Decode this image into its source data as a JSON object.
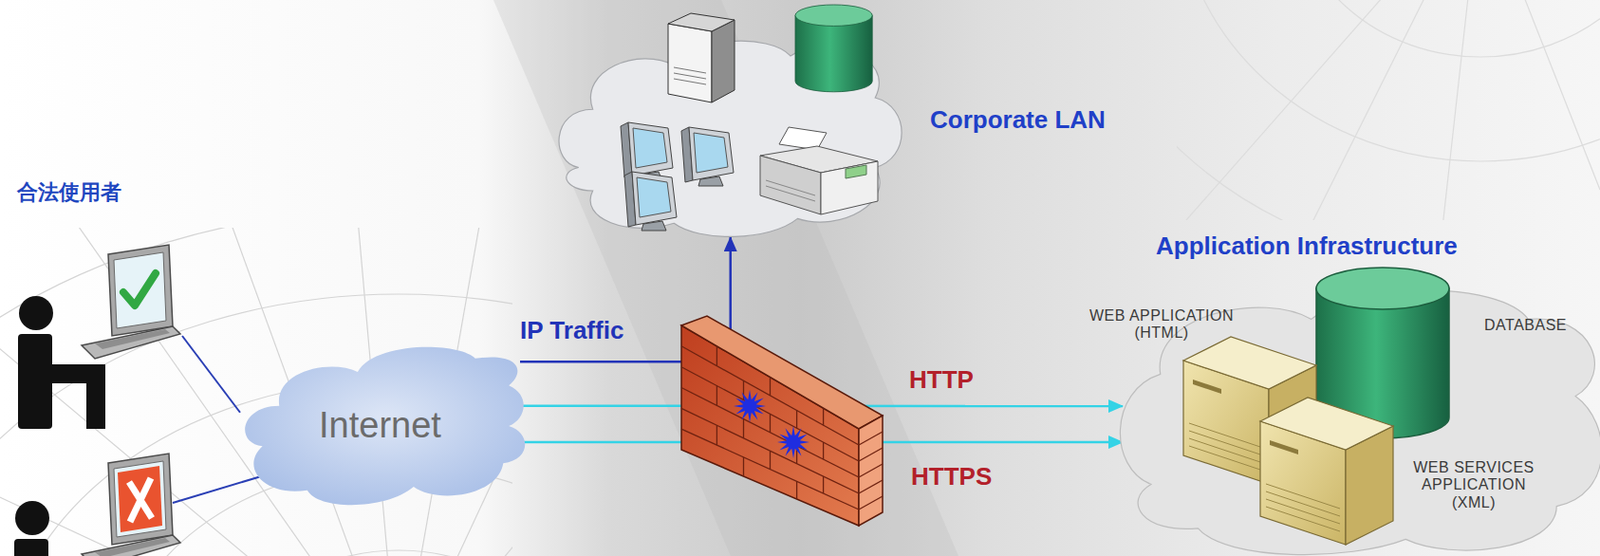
{
  "diagram": {
    "nodes": [
      {
        "text": [
          "Corporate LAN"
        ]
      },
      {
        "text": [
          "合法使用者"
        ]
      },
      {
        "text": [
          "Internet"
        ]
      },
      {
        "text": [
          "Application Infrastructure",
          "WEB APPLICATION (HTML)",
          "DATABASE",
          "WEB SERVICES APPLICATION (XML)"
        ]
      }
    ],
    "edges": [
      {
        "from": 1,
        "to": 2,
        "arrow": "none"
      },
      {
        "from": 2,
        "to": 0,
        "label": "IP Traffic",
        "arrow": "to"
      },
      {
        "from": 2,
        "to": 3,
        "label": "HTTP",
        "arrow": "to"
      },
      {
        "from": 2,
        "to": 3,
        "label": "HTTPS",
        "arrow": "to"
      }
    ]
  }
}
